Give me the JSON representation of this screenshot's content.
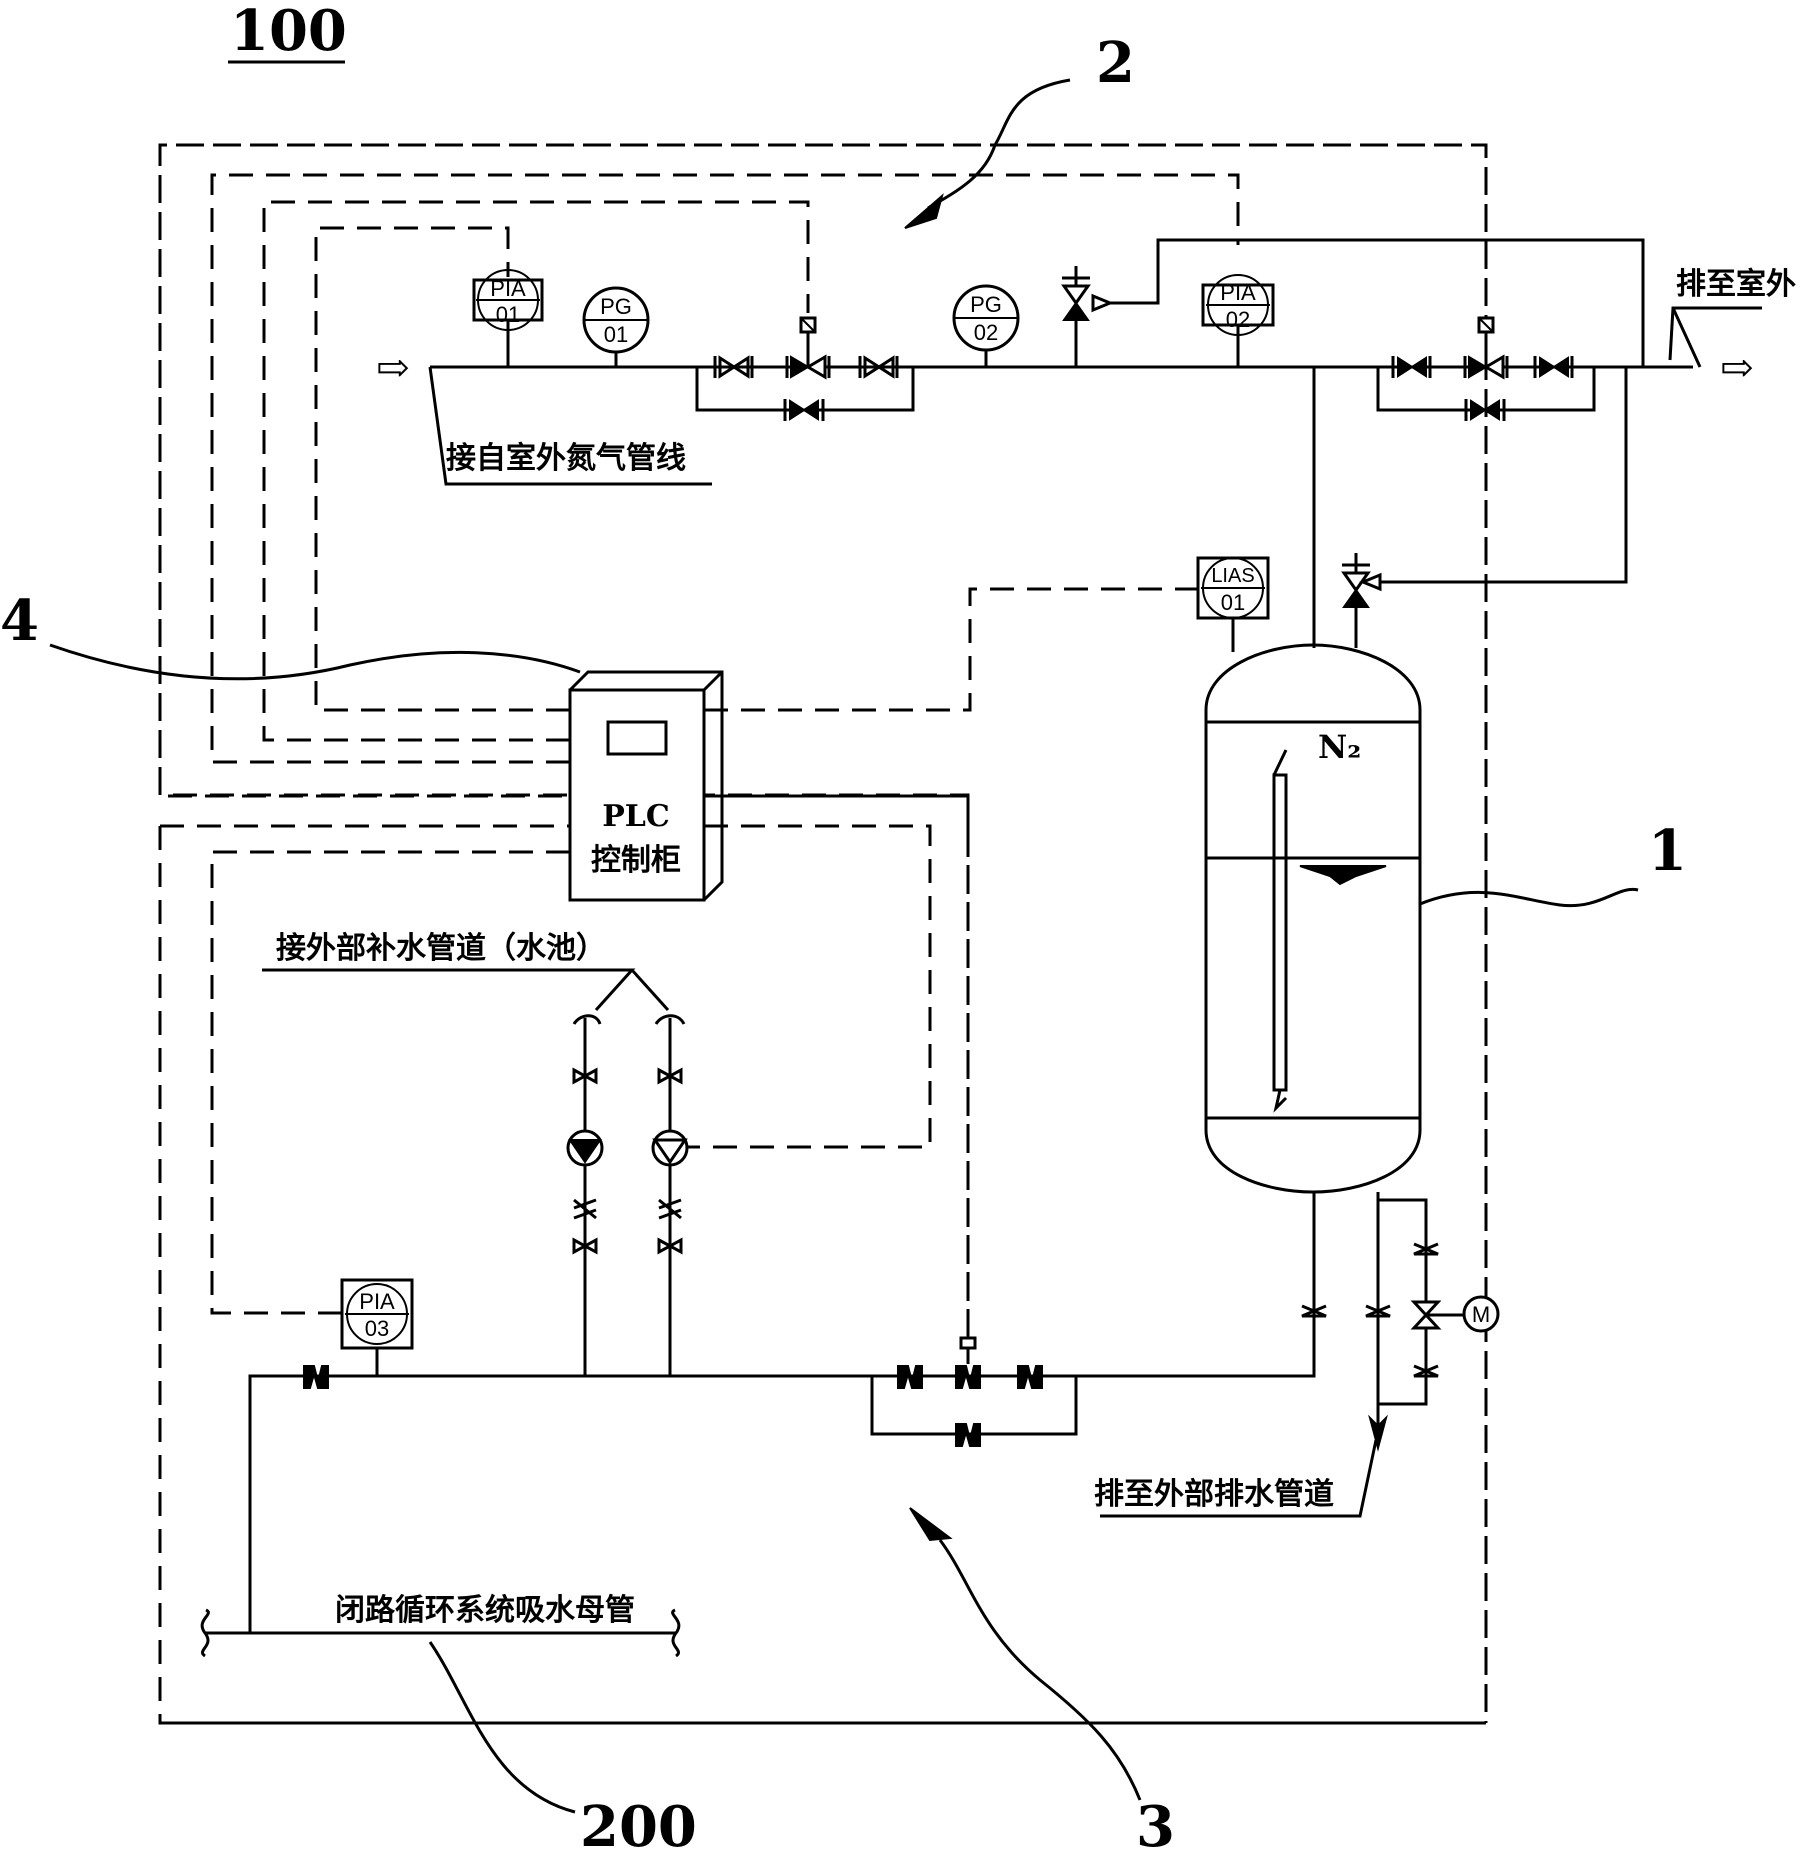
{
  "labels": {
    "system": "100",
    "n2_unit": "2",
    "water_unit": "3",
    "controller": "4",
    "tank": "1",
    "main_pipe": "200"
  },
  "texts": {
    "n2_inlet": "接自室外氮气管线",
    "vent_outdoor": "排至室外",
    "makeup_water": "接外部补水管道（水池）",
    "drain": "排至外部排水管道",
    "main_pipe": "闭路循环系统吸水母管",
    "plc_line1": "PLC",
    "plc_line2": "控制柜",
    "n2_symbol": "N₂"
  },
  "instruments": {
    "pia01": {
      "tag": "PIA",
      "num": "01"
    },
    "pg01": {
      "tag": "PG",
      "num": "01"
    },
    "pg02": {
      "tag": "PG",
      "num": "02"
    },
    "pia02": {
      "tag": "PIA",
      "num": "02"
    },
    "lias01": {
      "tag": "LIAS",
      "num": "01"
    },
    "pia03": {
      "tag": "PIA",
      "num": "03"
    },
    "motor": "M"
  }
}
